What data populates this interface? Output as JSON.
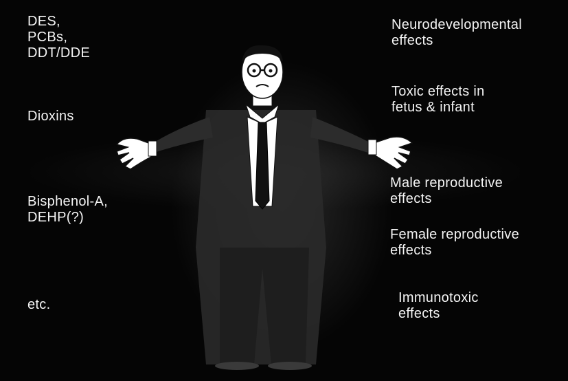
{
  "left_labels": [
    {
      "lines": [
        "DES,",
        "PCBs,",
        "DDT/DDE"
      ]
    },
    {
      "lines": [
        "Dioxins"
      ]
    },
    {
      "lines": [
        "Bisphenol-A,",
        "DEHP(?)"
      ]
    },
    {
      "lines": [
        "etc."
      ]
    }
  ],
  "right_labels": [
    {
      "lines": [
        "Neurodevelopmental",
        "effects"
      ]
    },
    {
      "lines": [
        "Toxic effects in",
        "fetus & infant"
      ]
    },
    {
      "lines": [
        "Male reproductive",
        "effects"
      ]
    },
    {
      "lines": [
        "Female reproductive",
        "effects"
      ]
    },
    {
      "lines": [
        "Immunotoxic",
        "effects"
      ]
    }
  ],
  "figure": {
    "description_icon": "shrugging-man-illustration"
  },
  "colors": {
    "background": "#050505",
    "text": "#f4f4f4"
  }
}
